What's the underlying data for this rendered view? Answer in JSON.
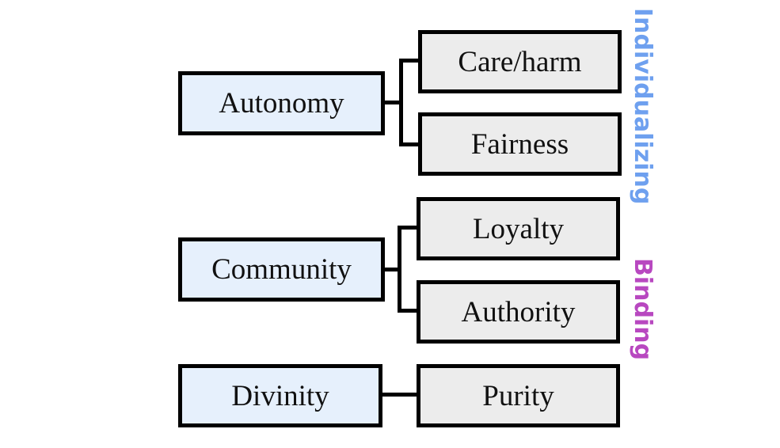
{
  "groups": [
    {
      "label": "Individualizing",
      "color": "#6ea0ef"
    },
    {
      "label": "Binding",
      "color": "#b848c0"
    }
  ],
  "ethics": {
    "autonomy": {
      "label": "Autonomy",
      "foundations": [
        "Care/harm",
        "Fairness"
      ]
    },
    "community": {
      "label": "Community",
      "foundations": [
        "Loyalty",
        "Authority"
      ]
    },
    "divinity": {
      "label": "Divinity",
      "foundations": [
        "Purity"
      ]
    }
  },
  "colors": {
    "ethic_box_fill": "#e6f0fc",
    "foundation_box_fill": "#ececec",
    "border": "#000000"
  }
}
